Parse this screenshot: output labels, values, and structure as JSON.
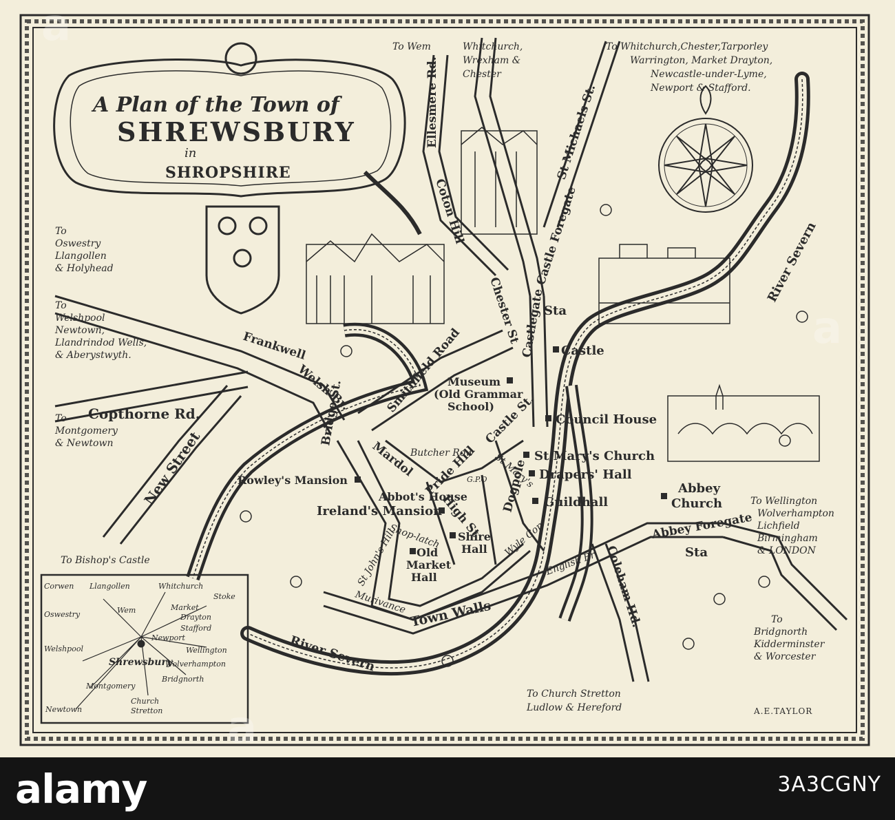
{
  "title": {
    "line1": "A Plan of the Town of",
    "line2": "SHREWSBURY",
    "line3": "in",
    "line4": "SHROPSHIRE"
  },
  "signature": "A.E.TAYLOR",
  "destinations": {
    "wem": "To Wem",
    "whitchurch_wrexham": [
      "Whitchurch,",
      "Wrexham &",
      "Chester"
    ],
    "northeast": [
      "To Whitchurch,Chester,Tarporley",
      "Warrington, Market Drayton,",
      "Newcastle-under-Lyme,",
      "Newport & Stafford."
    ],
    "oswestry": [
      "To",
      "Oswestry",
      "Llangollen",
      "& Holyhead"
    ],
    "welshpool": [
      "To",
      "Welshpool",
      "Newtown,",
      "Llandrindod Wells,",
      "& Aberystwyth."
    ],
    "montgomery": [
      "To",
      "Montgomery",
      "& Newtown"
    ],
    "bishops_castle": "To Bishop's Castle",
    "wellington": [
      "To Wellington",
      "Wolverhampton",
      "Lichfield",
      "Birmingham",
      "& LONDON"
    ],
    "bridgnorth": [
      "To",
      "Bridgnorth",
      "Kidderminster",
      "& Worcester"
    ],
    "church_stretton": [
      "To Church Stretton",
      "Ludlow & Hereford"
    ]
  },
  "streets": {
    "ellesmere": "Ellesmere Rd.",
    "coton_hill": "Coton Hill",
    "castle_foregate": "Castle Foregate",
    "st_michaels": "St Michaels St.",
    "chester_st": "Chester St",
    "castle_gates": "Castlegate",
    "smithfield": "Smithfield Road",
    "frankwell": "Frankwell",
    "welsh_br": "Welsh Br.",
    "bridge_st": "Bridge St.",
    "copthorne": "Copthorne Rd.",
    "new_street": "New Street",
    "mardol": "Mardol",
    "butcher_row": "Butcher Row",
    "pride_hill": "Pride Hill",
    "castle_st": "Castle St.",
    "st_marys": "St Mary's",
    "shoplatch": "Shop-latch",
    "high_st": "High St",
    "dogpole": "Dogpole",
    "wyle_cop": "Wyle Cop",
    "st_johns_hill": "St John's Hill",
    "murivance": "Murivance",
    "town_walls": "Town Walls",
    "english_br": "English Br",
    "abbey_foregate": "Abbey Foregate",
    "coleham": "Coleham Hd.",
    "river_severn_ne": "River Severn",
    "river_severn_sw": "River Severn",
    "gpo": "G.P.O"
  },
  "buildings": {
    "museum": [
      "Museum",
      "(Old Grammar",
      "School)"
    ],
    "castle": "Castle",
    "sta_north": "Sta",
    "council_house": "Council House",
    "st_marys_church": "St Mary's Church",
    "drapers_hall": "Drapers' Hall",
    "guildhall": "Guildhall",
    "abbey_church": [
      "Abbey",
      "Church"
    ],
    "sta_south": "Sta",
    "rowleys_mansion": "Rowley's Mansion",
    "abbots_house": "Abbot's House",
    "irelands_mansion": "Ireland's Mansion",
    "shire_hall": [
      "Shire",
      "Hall"
    ],
    "old_market_hall": [
      "Old",
      "Market",
      "Hall"
    ]
  },
  "inset_towns": {
    "corwen": "Corwen",
    "llangollen": "Llangollen",
    "whitchurch": "Whitchurch",
    "stoke": "Stoke",
    "oswestry": "Oswestry",
    "wem": "Wem",
    "market_drayton": [
      "Market",
      "Drayton"
    ],
    "stafford": "Stafford",
    "newport": "Newport",
    "welshpool": "Welshpool",
    "shrewsbury": "Shrewsbury",
    "wellington": "Wellington",
    "wolverhampton": "Wolverhampton",
    "montgomery": "Montgomery",
    "bridgnorth": "Bridgnorth",
    "newtown": "Newtown",
    "church_stretton": [
      "Church",
      "Stretton"
    ]
  },
  "footer": {
    "logo": "alamy",
    "image_id": "3A3CGNY",
    "watermark": "a"
  },
  "colors": {
    "paper": "#f3eedb",
    "ink": "#2b2b2b",
    "footer_bg": "#141414"
  }
}
